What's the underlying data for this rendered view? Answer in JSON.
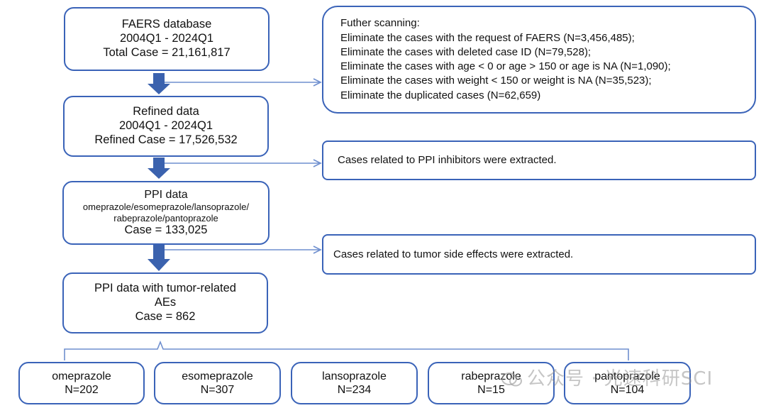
{
  "main_steps": [
    {
      "lines": [
        "FAERS database",
        "2004Q1 - 2024Q1",
        "Total Case =  21,161,817"
      ]
    },
    {
      "lines": [
        "Refined data",
        "2004Q1 - 2024Q1",
        "Refined Case =   17,526,532"
      ]
    },
    {
      "lines": [
        "PPI data",
        "omeprazole/esomeprazole/lansoprazole/",
        "rabeprazole/pantoprazole",
        "Case = 133,025"
      ]
    },
    {
      "lines": [
        "PPI data with tumor-related",
        "AEs",
        "Case =  862"
      ]
    }
  ],
  "side_notes": [
    {
      "lines": [
        "Futher  scanning:",
        "Eliminate the cases with the request of FAERS (N=3,456,485);",
        "Eliminate the cases with deleted case ID (N=79,528);",
        "Eliminate the cases with age < 0 or age > 150 or age is NA (N=1,090);",
        "Eliminate the cases with weight < 150 or weight is NA (N=35,523);",
        "Eliminate the duplicated cases (N=62,659)"
      ]
    },
    {
      "lines": [
        "Cases related to PPI inhibitors were extracted."
      ]
    },
    {
      "lines": [
        "Cases related to tumor side effects were extracted."
      ]
    }
  ],
  "drug_boxes": [
    {
      "name": "omeprazole",
      "count": "N=202"
    },
    {
      "name": "esomeprazole",
      "count": "N=307"
    },
    {
      "name": "lansoprazole",
      "count": "N=234"
    },
    {
      "name": "rabeprazole",
      "count": "N=15"
    },
    {
      "name": "pantoprazole",
      "count": "N=104"
    }
  ],
  "watermark": "公众号 · 光速科研SCI",
  "colors": {
    "border": "#3a63b8",
    "arrow": "#3b62ae",
    "connector": "#6f8fcf",
    "text": "#111111"
  }
}
